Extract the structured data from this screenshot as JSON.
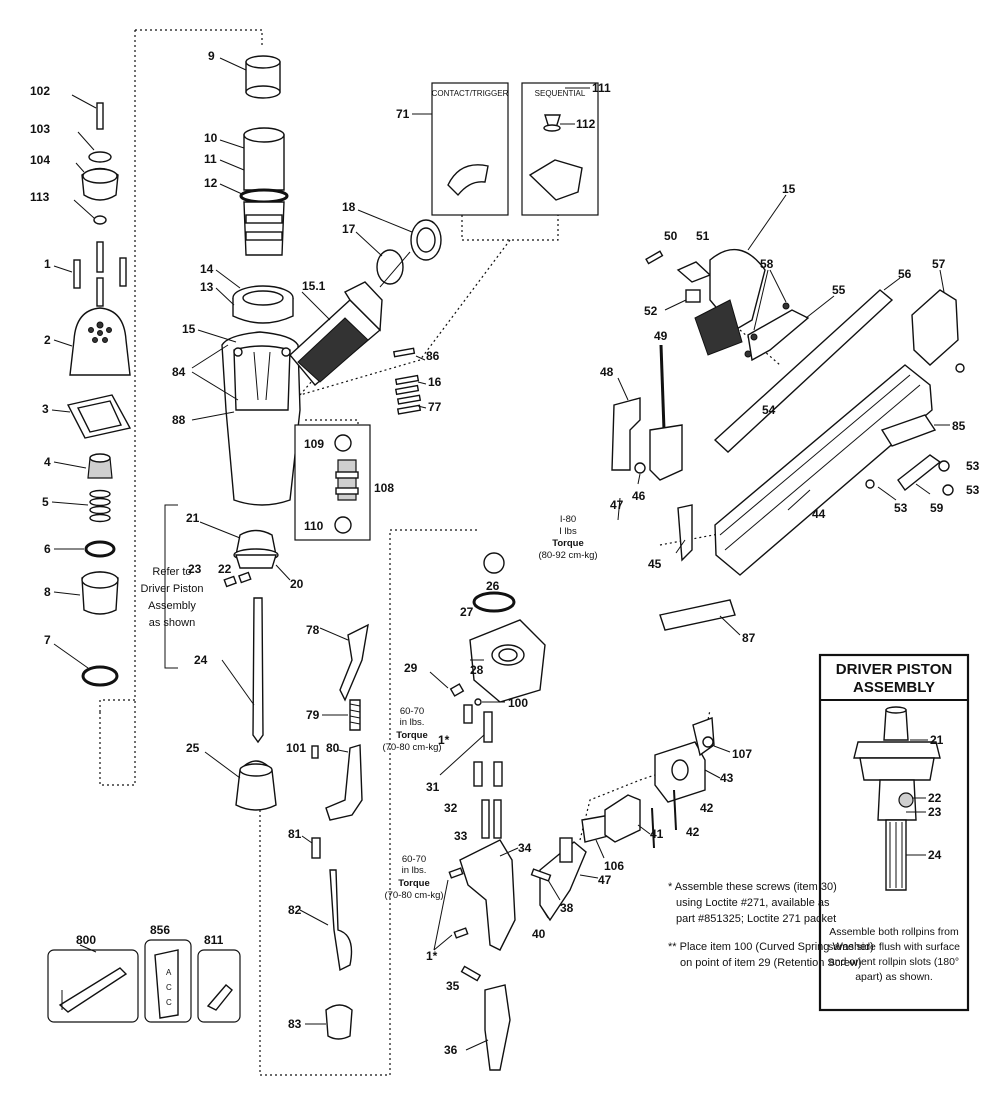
{
  "callouts": {
    "c102": "102",
    "c103": "103",
    "c104": "104",
    "c113": "113",
    "c1a": "1",
    "c2": "2",
    "c3": "3",
    "c4": "4",
    "c5": "5",
    "c6": "6",
    "c8": "8",
    "c7": "7",
    "c9": "9",
    "c10": "10",
    "c11": "11",
    "c12": "12",
    "c14": "14",
    "c13": "13",
    "c15a": "15",
    "c84": "84",
    "c88": "88",
    "c15_1": "15.1",
    "c18": "18",
    "c17": "17",
    "c86": "86",
    "c16": "16",
    "c77": "77",
    "c109": "109",
    "c108": "108",
    "c110": "110",
    "c21a": "21",
    "c22a": "22",
    "c23a": "23",
    "c20": "20",
    "c24a": "24",
    "c25": "25",
    "c78": "78",
    "c79": "79",
    "c101": "101",
    "c80": "80",
    "c81": "81",
    "c82": "82",
    "c83": "83",
    "c71": "71",
    "c111": "111",
    "c112": "112",
    "c15b": "15",
    "c50": "50",
    "c51": "51",
    "c52": "52",
    "c58": "58",
    "c55": "55",
    "c56": "56",
    "c57": "57",
    "c49": "49",
    "c48": "48",
    "c54": "54",
    "c85": "85",
    "c53a": "53",
    "c53b": "53",
    "c53c": "53",
    "c59": "59",
    "c44": "44",
    "c47a": "47",
    "c46": "46",
    "c45": "45",
    "c87": "87",
    "c26": "26",
    "c27": "27",
    "c28": "28",
    "c29": "29",
    "c100": "100",
    "c1b": "1*",
    "c31": "31",
    "c32": "32",
    "c33": "33",
    "c34": "34",
    "c1c": "1*",
    "c35": "35",
    "c36": "36",
    "c38": "38",
    "c40": "40",
    "c47b": "47",
    "c41": "41",
    "c106": "106",
    "c43": "43",
    "c42a": "42",
    "c42b": "42",
    "c107": "107",
    "c21b": "21",
    "c22b": "22",
    "c23b": "23",
    "c24b": "24",
    "c800": "800",
    "c856": "856",
    "c811": "811"
  },
  "boxes": {
    "contact_trigger": "CONTACT/TRIGGER",
    "sequential": "SEQUENTIAL"
  },
  "refer_note": [
    "Refer to",
    "Driver Piston",
    "Assembly",
    "as shown"
  ],
  "torque_1": [
    "60-70",
    "in lbs.",
    "Torque",
    "(70-80 cm-kg)"
  ],
  "torque_2": [
    "60-70",
    "in lbs.",
    "Torque",
    "(70-80 cm-kg)"
  ],
  "torque_3": [
    "I-80",
    "I lbs",
    "Torque",
    "(80-92 cm-kg)"
  ],
  "notes": {
    "n1": [
      "* Assemble these screws (item 30)",
      "using Loctite #271, available as",
      "part #851325; Loctite 271 packet"
    ],
    "n2": [
      "** Place item 100 (Curved Spring Washer)",
      "on point of item 29 (Retention Screw)"
    ]
  },
  "driver_piston": {
    "title_1": "DRIVER PISTON",
    "title_2": "ASSEMBLY",
    "caption": [
      "Assemble both rollpins from",
      "same side flush with surface",
      "and orient rollpin slots (180°",
      "apart) as shown."
    ]
  },
  "kit_tube_letters": [
    "A",
    "C",
    "C"
  ]
}
